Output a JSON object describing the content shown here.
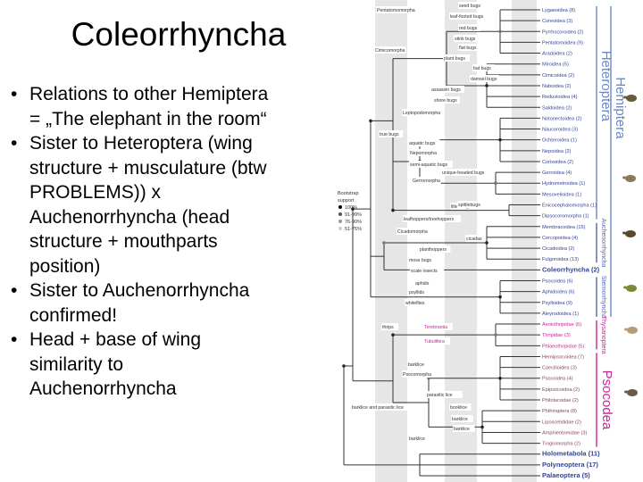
{
  "slide": {
    "title": "Coleorrhyncha",
    "bullets": [
      {
        "lines": [
          "Relations to other Hemiptera",
          "= „The elephant in the room“"
        ]
      },
      {
        "lines": [
          "Sister to Heteroptera (wing",
          "structure + musculature (btw",
          "PROBLEMS)) x",
          "Auchenorrhyncha (head",
          "structure + mouthparts",
          "position)"
        ]
      },
      {
        "lines": [
          " Sister to Auchenorrhyncha",
          "confirmed!"
        ]
      },
      {
        "lines": [
          "Head + base of wing",
          "similarity to",
          "Auchenorrhyncha"
        ]
      }
    ]
  },
  "figure": {
    "taxa": [
      "Lygaeoidea (8)",
      "Coreoidea (3)",
      "Pyrrhocoroidea (2)",
      "Pentatomoidea (9)",
      "Aradoidea (2)",
      "Miroidea (5)",
      "Cimicoidea (2)",
      "Naboidea (2)",
      "Reduvioidea (4)",
      "Saldoidea (2)",
      "Notonectoidea (2)",
      "Naucoroidea (3)",
      "Ochteroidea (1)",
      "Nepoidea (2)",
      "Corixoidea (2)",
      "Gerroidea (4)",
      "Hydrometroidea (1)",
      "Mesovelioidea (1)",
      "Enicocephalomorpha (1)",
      "Dipsocoromorpha (1)",
      "Membracoidea (15)",
      "Cercopoidea (4)",
      "Cicadoidea (2)",
      "Fulgoroidea (13)",
      "Coleorrhyncha (2)",
      "Psocoidea (6)",
      "Aphidoidea (6)",
      "Psylloidea (9)",
      "Aleyrodoidea (1)",
      "Aeolothripidae (6)",
      "Thripidae (3)",
      "Phlaeothripidae (5)",
      "Hemipsocoidea (7)",
      "Caecilioidea (3)",
      "Psocoidea (4)",
      "Epipsocoidea (2)",
      "Philotarsidae (2)",
      "Phthiraptera (8)",
      "Liposcelididae (2)",
      "Amphientomidae (3)",
      "Trogiomorpha (2)",
      "Holometabola (11)",
      "Polyneoptera (17)",
      "Palaeoptera (5)"
    ],
    "taxa_colors": [
      "#334499",
      "#cc2299",
      "#884466"
    ],
    "node_labels": [
      "Pentatomomorpha",
      "Cimicomorpha",
      "seed bugs",
      "leaf-footed bugs",
      "red bugs",
      "stink bugs",
      "flat bugs",
      "plant bugs",
      "bat bugs",
      "damsel bugs",
      "assassin bugs",
      "shore bugs",
      "Leptopodomorpha",
      "true bugs",
      "aquatic bugs",
      "Nepomorpha",
      "semi-aquatic bugs",
      "Gerromorpha",
      "unique-headed bugs",
      "litter bugs",
      "spittlebugs",
      "cicadas",
      "Cicadomorpha",
      "leafhoppers/treehoppers",
      "planthoppers",
      "moss bugs",
      "scale insects",
      "aphids",
      "psyllids",
      "whiteflies",
      "thrips",
      "Terebrantia",
      "Tubulifera",
      "barklice",
      "Psocomorpha",
      "parasitic lice",
      "booklice",
      "barklice",
      "barklice",
      "barklice and parasitic lice",
      "barklice"
    ],
    "node_label_colors": [
      "#cc2299"
    ],
    "bootstrap_legend": {
      "heading": [
        "Bootstrap",
        "support"
      ],
      "items": [
        "100%",
        "91-99%",
        "76-90%",
        "51-75%"
      ],
      "colors": [
        "#000000",
        "#555555",
        "#999999",
        "#cccccc"
      ]
    },
    "groups": [
      {
        "name": "Heteroptera",
        "color": "#6688cc"
      },
      {
        "name": "Hemiptera",
        "color": "#6688cc"
      },
      {
        "name": "Auchenorrhyncha",
        "color": "#5566aa"
      },
      {
        "name": "Sternorrhyncha",
        "color": "#5566aa"
      },
      {
        "name": "Thysanoptera",
        "color": "#cc2299"
      },
      {
        "name": "Psocodea",
        "color": "#cc2299"
      }
    ]
  }
}
